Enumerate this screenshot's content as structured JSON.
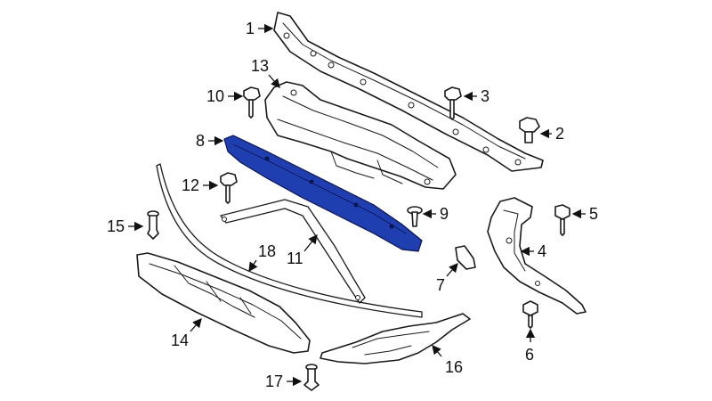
{
  "highlight_color": "#1f3fb0",
  "callouts": [
    {
      "id": "1",
      "label": "1"
    },
    {
      "id": "2",
      "label": "2"
    },
    {
      "id": "3",
      "label": "3"
    },
    {
      "id": "4",
      "label": "4"
    },
    {
      "id": "5",
      "label": "5"
    },
    {
      "id": "6",
      "label": "6"
    },
    {
      "id": "7",
      "label": "7"
    },
    {
      "id": "8",
      "label": "8"
    },
    {
      "id": "9",
      "label": "9"
    },
    {
      "id": "10",
      "label": "10"
    },
    {
      "id": "11",
      "label": "11"
    },
    {
      "id": "12",
      "label": "12"
    },
    {
      "id": "13",
      "label": "13"
    },
    {
      "id": "14",
      "label": "14"
    },
    {
      "id": "15",
      "label": "15"
    },
    {
      "id": "16",
      "label": "16"
    },
    {
      "id": "17",
      "label": "17"
    },
    {
      "id": "18",
      "label": "18"
    }
  ]
}
